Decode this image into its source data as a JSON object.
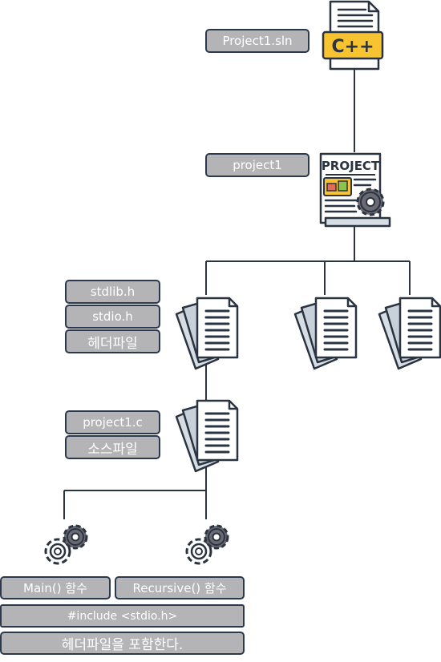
{
  "solution": {
    "label": "Project1.sln",
    "badge": "C++"
  },
  "project": {
    "label": "project1",
    "doc_title": "PROJECT"
  },
  "header_files": {
    "items": [
      "stdlib.h",
      "stdio.h"
    ],
    "category": "헤더파일"
  },
  "source_files": {
    "item": "project1.c",
    "category": "소스파일"
  },
  "functions": [
    {
      "label": "Main() 함수"
    },
    {
      "label": "Recursive() 함수"
    }
  ],
  "include_line": "#include <stdio.h>",
  "include_note": "헤더파일을 포함한다.",
  "icons": {
    "solution": "cpp-file-icon",
    "project": "project-document-icon",
    "header": "documents-icon",
    "source": "documents-icon",
    "function": "gears-icon"
  },
  "colors": {
    "label_fill": "#b4b4b6",
    "label_border": "#2c3850",
    "line": "#2a3340",
    "accent_yellow": "#f7c330",
    "paper": "#ffffff",
    "paper_shade": "#d7dde4",
    "gear": "#6b6972"
  }
}
